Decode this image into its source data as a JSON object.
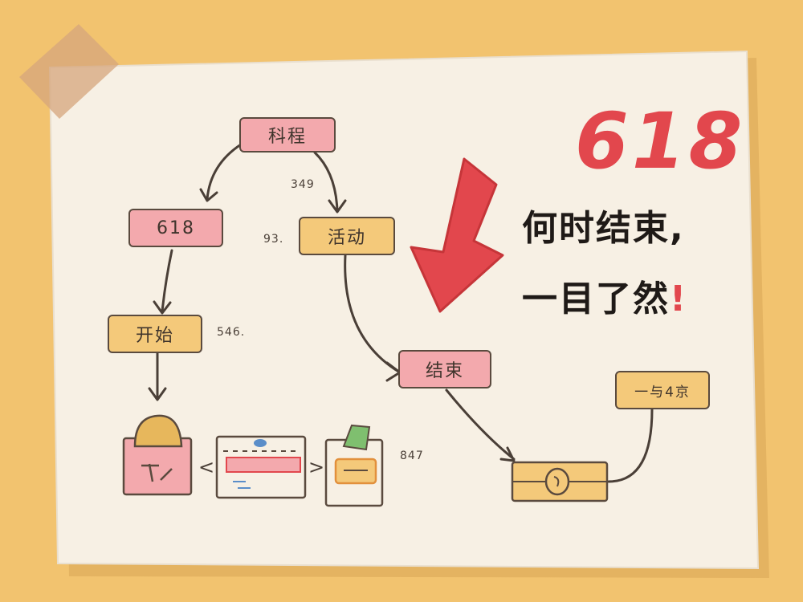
{
  "headline": {
    "number": "618",
    "line1": "何时结束,",
    "line2": "一目了然",
    "exclamation": "!"
  },
  "nodes": {
    "top": "科程",
    "left": "618",
    "activity": "活动",
    "start": "开始",
    "end": "结束",
    "right": "一与4京"
  },
  "numbers": {
    "n349": "349",
    "n93": "93.",
    "n546": "546.",
    "n847": "847"
  },
  "arrows_text": {
    "left": "<",
    "right": ">"
  },
  "colors": {
    "background": "#f2c36f",
    "paper": "#f7f0e4",
    "pink": "#f3a9ad",
    "yellow": "#f4c97a",
    "red_accent": "#e2474d",
    "ink": "#5a4a3e"
  }
}
